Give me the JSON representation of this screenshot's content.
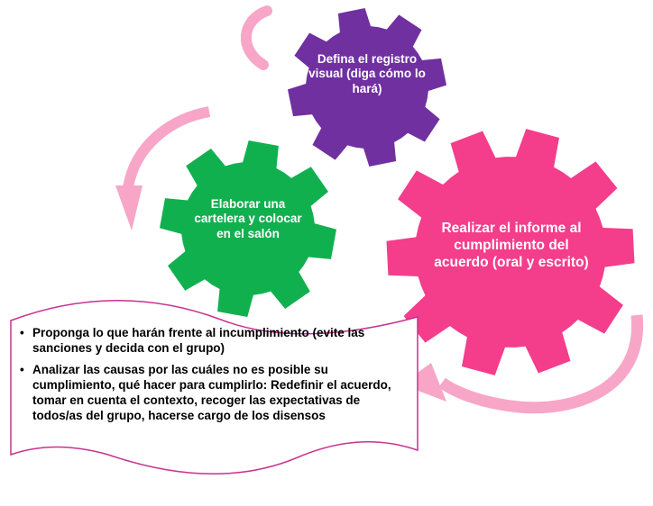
{
  "colors": {
    "purple_gear": "#7030a0",
    "green_gear": "#11b04f",
    "pink_gear": "#f43d8b",
    "arrow": "#f7a6c7",
    "scroll_border": "#c8318f"
  },
  "gears": {
    "purple": "Defina el registro visual (diga cómo lo hará)",
    "green": "Elaborar una cartelera y colocar en el salón",
    "pink": "Realizar el informe al cumplimiento del acuerdo (oral y escrito)"
  },
  "scroll": {
    "bullet_symbol": "•",
    "items": [
      "Proponga  lo que harán frente al incumplimiento (evite las sanciones y decida con el grupo)",
      "Analizar las causas por las cuáles no es posible su cumplimiento, qué hacer para cumplirlo: Redefinir el acuerdo, tomar en cuenta el contexto, recoger las expectativas de todos/as del grupo, hacerse cargo de los disensos"
    ]
  }
}
